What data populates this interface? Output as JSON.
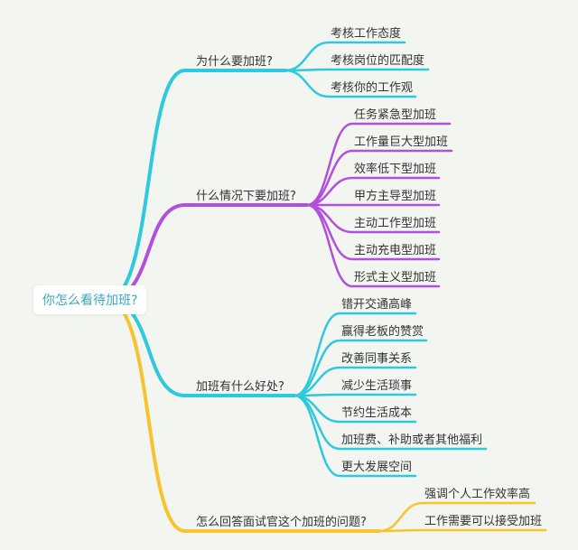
{
  "root": {
    "label": "你怎么看待加班?"
  },
  "colors": {
    "cyan": "#2ec9dc",
    "purple": "#b150dc",
    "yellow": "#f7c430"
  },
  "branches": [
    {
      "label": "为什么要加班?",
      "color": "cyan",
      "children": [
        "考核工作态度",
        "考核岗位的匹配度",
        "考核你的工作观"
      ]
    },
    {
      "label": "什么情况下要加班?",
      "color": "purple",
      "children": [
        "任务紧急型加班",
        "工作量巨大型加班",
        "效率低下型加班",
        "甲方主导型加班",
        "主动工作型加班",
        "主动充电型加班",
        "形式主义型加班"
      ]
    },
    {
      "label": "加班有什么好处?",
      "color": "cyan",
      "children": [
        "错开交通高峰",
        "赢得老板的赞赏",
        "改善同事关系",
        "减少生活琐事",
        "节约生活成本",
        "加班费、补助或者其他福利",
        "更大发展空间"
      ]
    },
    {
      "label": "怎么回答面试官这个加班的问题?",
      "color": "yellow",
      "children": [
        "强调个人工作效率高",
        "工作需要可以接受加班"
      ]
    }
  ]
}
